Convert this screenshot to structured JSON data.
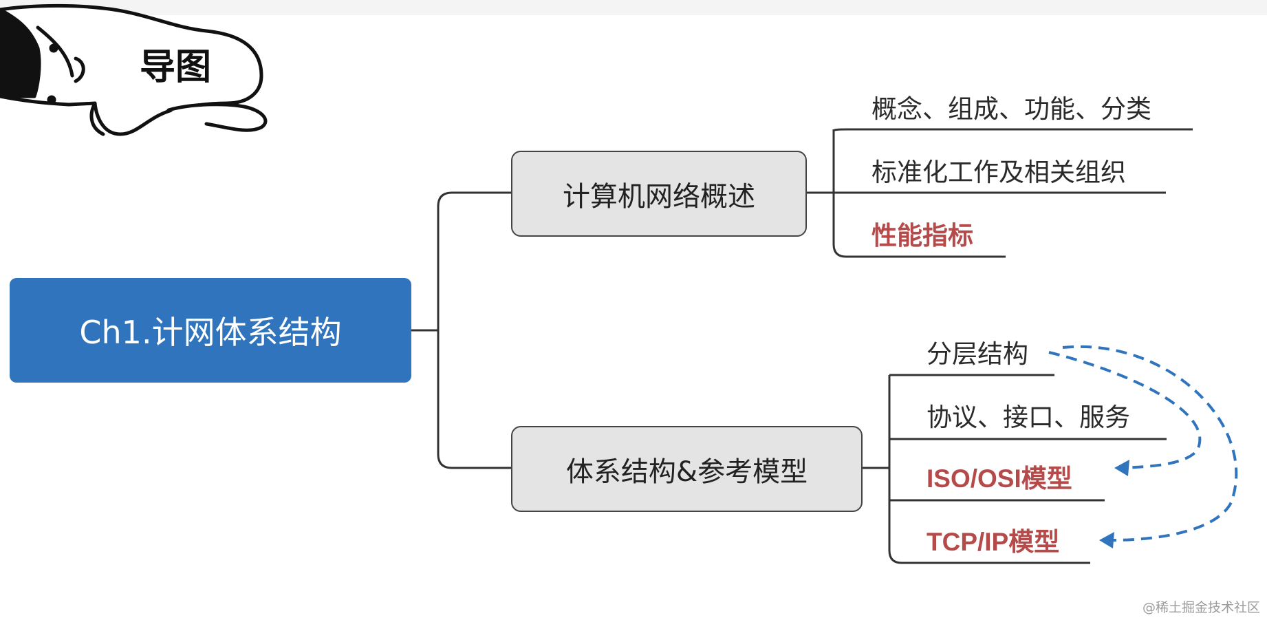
{
  "sticker": {
    "label": "导图"
  },
  "mindmap": {
    "root": {
      "label": "Ch1.计网体系结构",
      "color": "#2f74bd"
    },
    "branches": [
      {
        "label": "计算机网络概述",
        "children": [
          {
            "label": "概念、组成、功能、分类",
            "highlight": false
          },
          {
            "label": "标准化工作及相关组织",
            "highlight": false
          },
          {
            "label": "性能指标",
            "highlight": true
          }
        ]
      },
      {
        "label": "体系结构&参考模型",
        "children": [
          {
            "label": "分层结构",
            "highlight": false
          },
          {
            "label": "协议、接口、服务",
            "highlight": false
          },
          {
            "label": "ISO/OSI模型",
            "highlight": true
          },
          {
            "label": "TCP/IP模型",
            "highlight": true
          }
        ]
      }
    ],
    "highlight_color": "#b54a4a",
    "arrow_color": "#2f74bd"
  },
  "watermark": "@稀土掘金技术社区"
}
